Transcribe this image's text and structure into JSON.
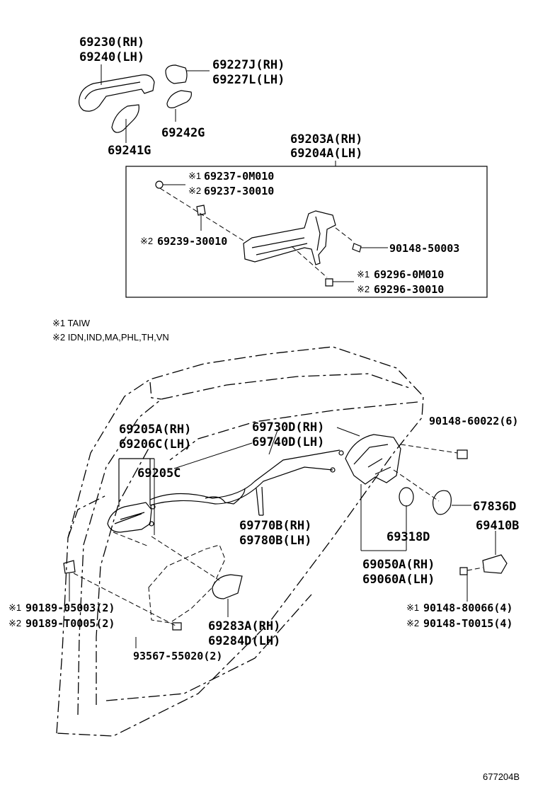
{
  "labels": {
    "p69230": "69230(RH)",
    "p69240": "69240(LH)",
    "p69227J": "69227J(RH)",
    "p69227L": "69227L(LH)",
    "p69242G": "69242G",
    "p69241G": "69241G",
    "p69203A": "69203A(RH)",
    "p69204A": "69204A(LH)",
    "p69237_0M": "69237-0M010",
    "p69237_30": "69237-30010",
    "p69239": "69239-30010",
    "p90148_50": "90148-50003",
    "p69296_0M": "69296-0M010",
    "p69296_30": "69296-30010",
    "p69205A": "69205A(RH)",
    "p69206C": "69206C(LH)",
    "p69205C": "69205C",
    "p69730D": "69730D(RH)",
    "p69740D": "69740D(LH)",
    "p90148_60": "90148-60022(6)",
    "p67836D": "67836D",
    "p69770B": "69770B(RH)",
    "p69780B": "69780B(LH)",
    "p69318D": "69318D",
    "p69410B": "69410B",
    "p69050A": "69050A(RH)",
    "p69060A": "69060A(LH)",
    "p90189_05": "90189-05003(2)",
    "p90189_T0": "90189-T0005(2)",
    "p69283A": "69283A(RH)",
    "p69284D": "69284D(LH)",
    "p93567": "93567-55020(2)",
    "p90148_80": "90148-80066(4)",
    "p90148_T0": "90148-T0015(4)"
  },
  "marks": {
    "m1": "※1",
    "m2": "※2"
  },
  "notes": {
    "n1": "※1 TAIW",
    "n2": "※2 IDN,IND,MA,PHL,TH,VN"
  },
  "figure_id": "677204B"
}
